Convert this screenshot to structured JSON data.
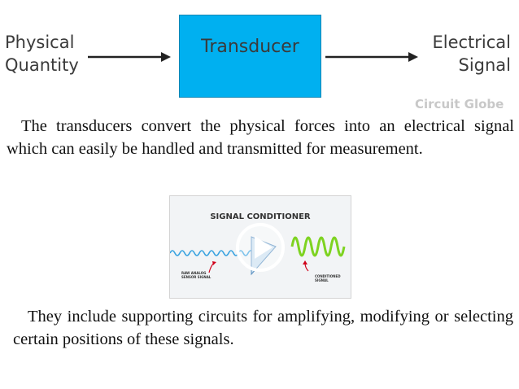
{
  "diagram": {
    "input_label_line1": "Physical",
    "input_label_line2": "Quantity",
    "block_label": "Transducer",
    "output_label_line1": "Electrical",
    "output_label_line2": "Signal",
    "watermark": "Circuit Globe",
    "block_color": "#00b0f0"
  },
  "text": {
    "paragraph1": "The transducers convert the physical forces into an electrical signal which can easily be handled and transmitted for measurement.",
    "paragraph2": "They include supporting circuits for amplifying, modifying or selecting certain positions of these signals."
  },
  "video": {
    "title": "SIGNAL CONDITIONER",
    "left_caption_line1": "RAW ANALOG",
    "left_caption_line2": "SENSOR SIGNAL",
    "right_caption_line1": "CONDITIONED",
    "right_caption_line2": "SIGNAL",
    "play_icon": "play-icon"
  }
}
